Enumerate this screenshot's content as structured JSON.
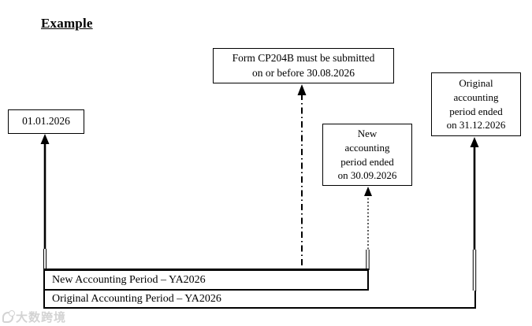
{
  "diagram": {
    "title": "Example",
    "boxes": {
      "start_date": "01.01.2026",
      "form_deadline_line1": "Form CP204B must be submitted",
      "form_deadline_line2": "on or before 30.08.2026",
      "new_period_end_line1": "New",
      "new_period_end_line2": "accounting",
      "new_period_end_line3": "period ended",
      "new_period_end_line4": "on 30.09.2026",
      "original_period_end_line1": "Original",
      "original_period_end_line2": "accounting",
      "original_period_end_line3": "period ended",
      "original_period_end_line4": "on 31.12.2026"
    },
    "bars": {
      "new_period": "New Accounting Period – YA2026",
      "original_period": "Original Accounting Period – YA2026"
    },
    "watermark": {
      "icon": "dashu-logo-icon",
      "text": "大数跨境"
    },
    "colors": {
      "ink": "#000000",
      "background": "#ffffff",
      "watermark_gray": "#cccccc"
    }
  }
}
